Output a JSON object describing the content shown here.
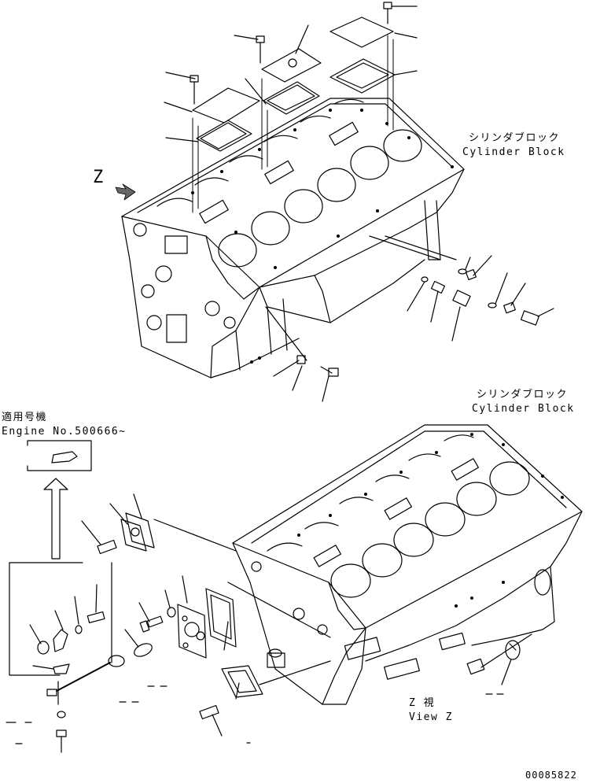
{
  "labels": {
    "cyl_block_top_jp": "シリンダブロック",
    "cyl_block_top_en": "Cylinder Block",
    "cyl_block_bottom_jp": "シリンダブロック",
    "cyl_block_bottom_en": "Cylinder Block",
    "applicable_jp": "適用号機",
    "engine_no": "Engine No.500666~",
    "view_arrow": "Z",
    "view_z_jp": "Z 視",
    "view_z_en": "View Z",
    "drawing_number": "00085822"
  }
}
